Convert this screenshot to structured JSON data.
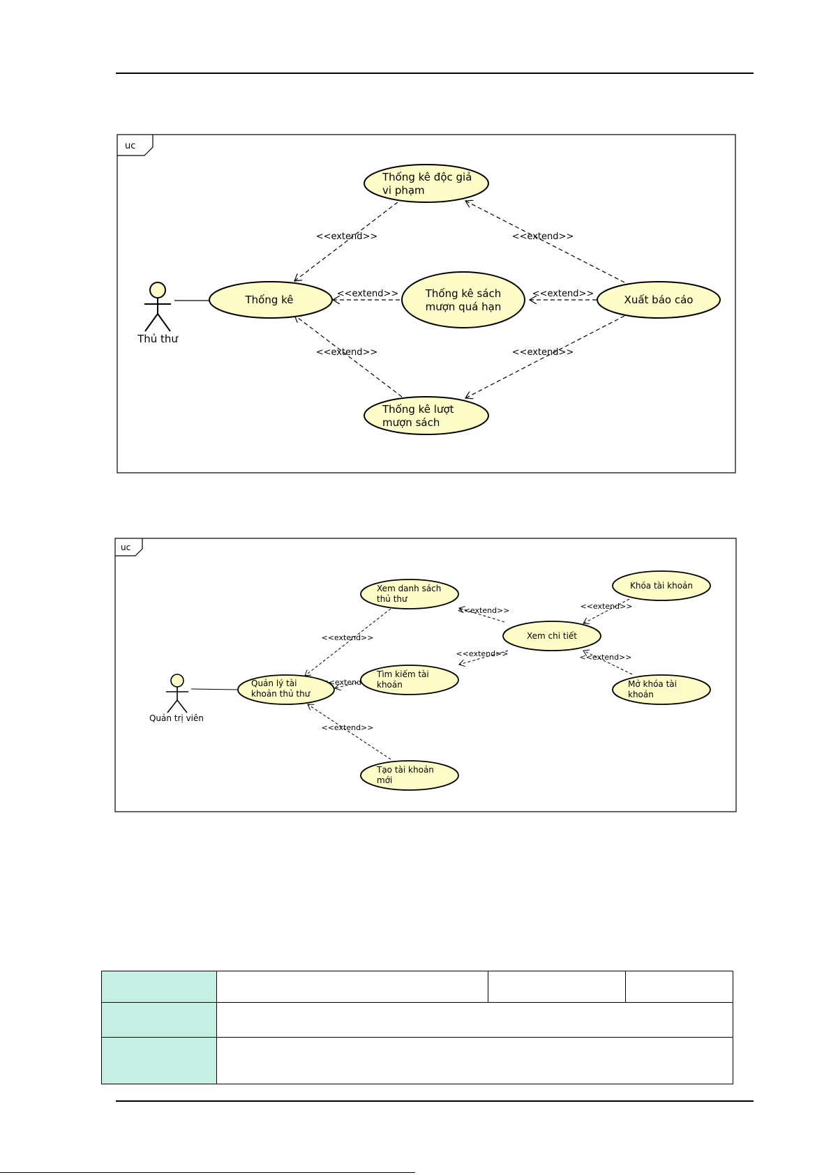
{
  "diagram1": {
    "frame_label": "uc",
    "actor": "Thủ thư",
    "use_cases": {
      "main": "Thống kê",
      "violations": [
        "Thống kê độc giả",
        "vi phạm"
      ],
      "overdue": [
        "Thống kê sách",
        "mượn quá hạn"
      ],
      "borrows": [
        "Thống kê lượt",
        "mượn sách"
      ],
      "report": "Xuất báo cáo"
    },
    "relations": [
      "<<extend>>",
      "<<extend>>",
      "<<extend>>",
      "<<extend>>",
      "<<extend>>",
      "<<extend>>"
    ]
  },
  "diagram2": {
    "frame_label": "uc",
    "actor": "Quản trị viên",
    "use_cases": {
      "main": [
        "Quản lý tài",
        "khoản thủ thư"
      ],
      "list": [
        "Xem danh sách",
        "thủ thư"
      ],
      "search": [
        "Tìm kiếm tài",
        "khoản"
      ],
      "create": [
        "Tạo tài khoản",
        "mới"
      ],
      "detail": "Xem chi tiết",
      "lock": "Khóa tài khoản",
      "unlock": [
        "Mở khóa tài",
        "khoản"
      ]
    },
    "relations": [
      "<<extend>>",
      "<<extend>>",
      "<<extend>>",
      "<<extend>>",
      "<<extend>>",
      "<<extend>>",
      "<<extend>>"
    ]
  },
  "colors": {
    "use_case_fill": "#fefdc8",
    "table_header_fill": "#c6efe3",
    "stroke": "#000000"
  }
}
